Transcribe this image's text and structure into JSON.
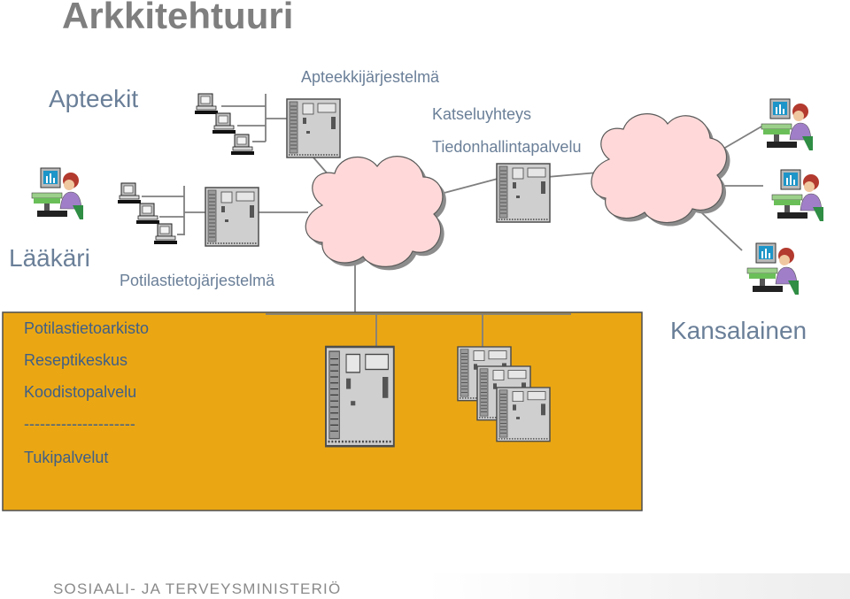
{
  "title": "Arkkitehtuuri",
  "labels": {
    "apteekit": "Apteekit",
    "apteekkijarjestelma": "Apteekkijärjestelmä",
    "katseluyhteys": "Katseluyhteys",
    "tiedonhallintapalvelu": "Tiedonhallintapalvelu",
    "laakari": "Lääkäri",
    "potilastietojarjestelma": "Potilastietojärjestelmä",
    "kansalainen": "Kansalainen"
  },
  "core_box": {
    "color": "#eba713",
    "items": [
      "Potilastietoarkisto",
      "Reseptikeskus",
      "Koodistopalvelu",
      "---------------------",
      "Tukipalvelut"
    ]
  },
  "footer": "SOSIAALI- JA TERVEYSMINISTERIÖ",
  "icons": [
    "workstation-icon",
    "server-icon",
    "cloud-icon",
    "user-at-computer-icon"
  ]
}
